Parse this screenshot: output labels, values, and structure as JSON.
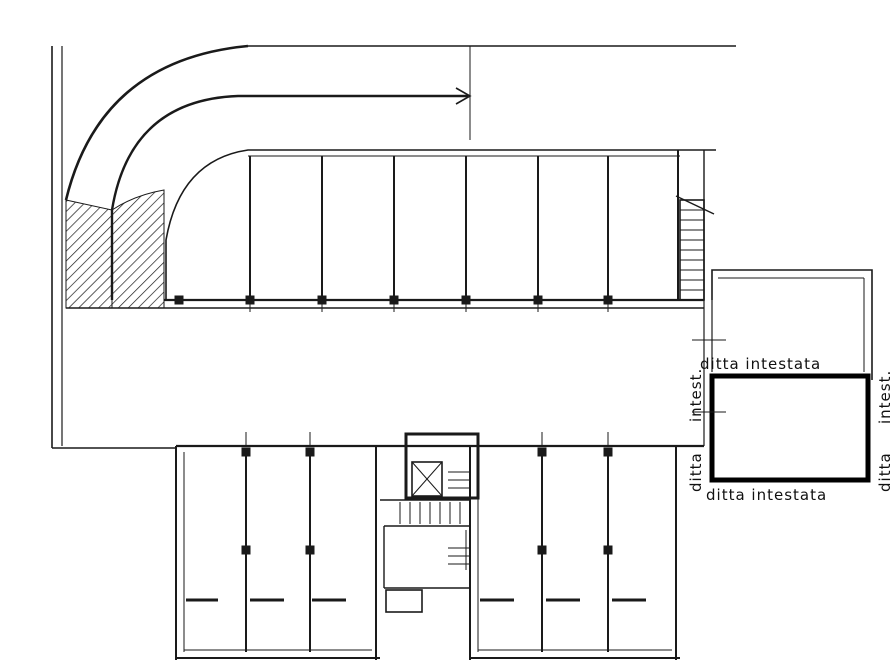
{
  "labels": {
    "top": "ditta intestata",
    "bottom": "ditta intestata",
    "left_upper": "intest.",
    "left_lower": "ditta",
    "right_upper": "intest.",
    "right_lower": "ditta"
  },
  "colors": {
    "ink": "#1a1a1a",
    "highlight": "#000000",
    "paper": "#ffffff"
  },
  "icons": {
    "ramp_arrow": "arrow-right-icon",
    "elevator": "elevator-box-icon",
    "stairs": "staircase-icon"
  }
}
